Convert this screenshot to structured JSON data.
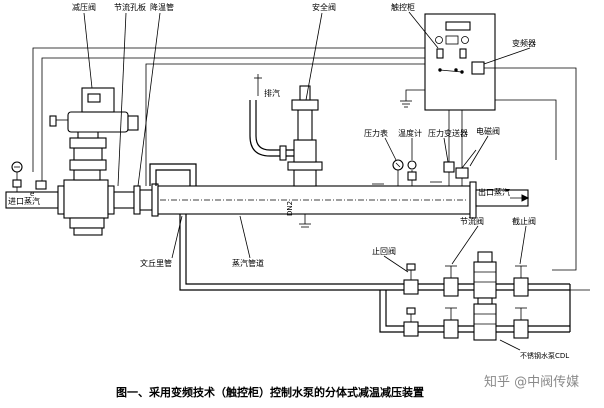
{
  "labels": {
    "reducing_valve": "减压阀",
    "orifice_plate": "节流孔板",
    "temp_lowering_pipe": "降温管",
    "safety_valve": "安全阀",
    "control_cabinet": "触控柜",
    "inverter": "变频器",
    "pressure_gauge": "压力表",
    "thermometer": "温度计",
    "pressure_transmitter": "压力变送器",
    "solenoid_valve": "电磁阀",
    "inlet_steam": "进口蒸汽",
    "outlet_steam": "出口蒸汽",
    "dn2": "DN2",
    "temp_sensor_tube": "文丘里管",
    "steam_inlet_pipe": "蒸汽管道",
    "stop_valve_left": "止回阀",
    "throttle_valve": "节流阀",
    "stop_valve_right": "截止阀",
    "pump": "不锈钢水泵CDL",
    "vent_mark": "排汽",
    "elbow_mark": "e"
  },
  "caption": "图一、采用变频技术（触控柜）控制水泵的分体式减温减压装置",
  "watermark": "知乎 @中阀传媒"
}
